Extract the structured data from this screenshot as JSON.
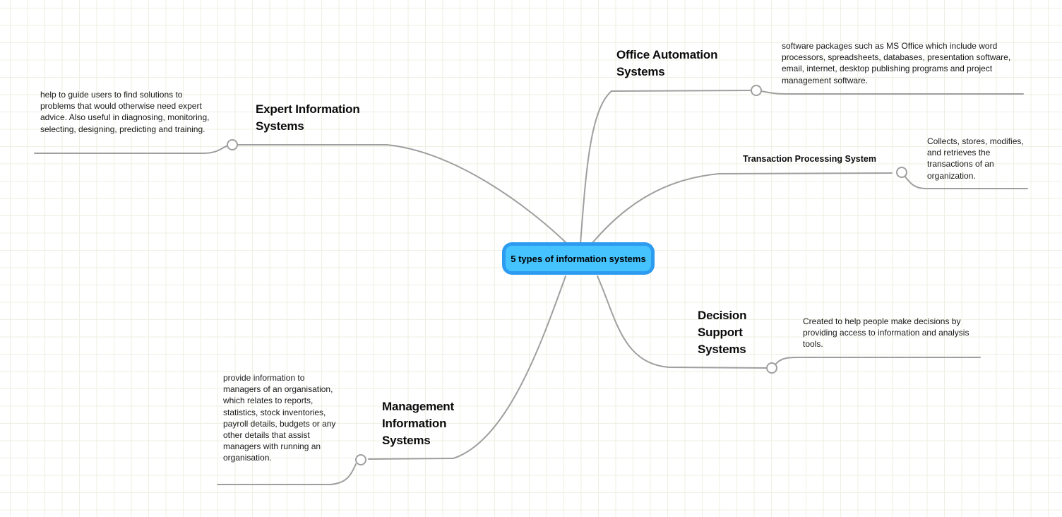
{
  "mindmap": {
    "center": {
      "label": "5 types of information systems",
      "fill_color": "#45c3ff",
      "border_color": "#2d9cf0"
    },
    "connector_color": "#9f9f9f",
    "grid_color": "#edf0e2",
    "branches": [
      {
        "id": "office-automation",
        "title": "Office Automation Systems",
        "description": "software packages such as MS Office which include word processors, spreadsheets, databases, presentation software, email, internet, desktop publishing programs and project management software."
      },
      {
        "id": "transaction-processing",
        "title": "Transaction Processing System",
        "description": "Collects, stores, modifies, and retrieves the transactions of an organization."
      },
      {
        "id": "decision-support",
        "title": "Decision Support Systems",
        "description": "Created to help people make decisions by providing access to information and analysis tools."
      },
      {
        "id": "management-information",
        "title": "Management Information Systems",
        "description": "provide information to managers of an organisation, which relates to reports, statistics, stock inventories, payroll details, budgets or any other details that assist managers with running an organisation."
      },
      {
        "id": "expert-information",
        "title": "Expert Information Systems",
        "description": "help to guide users to find solutions to problems that would otherwise need expert advice.  Also useful in diagnosing, monitoring, selecting, designing, predicting and training."
      }
    ]
  }
}
